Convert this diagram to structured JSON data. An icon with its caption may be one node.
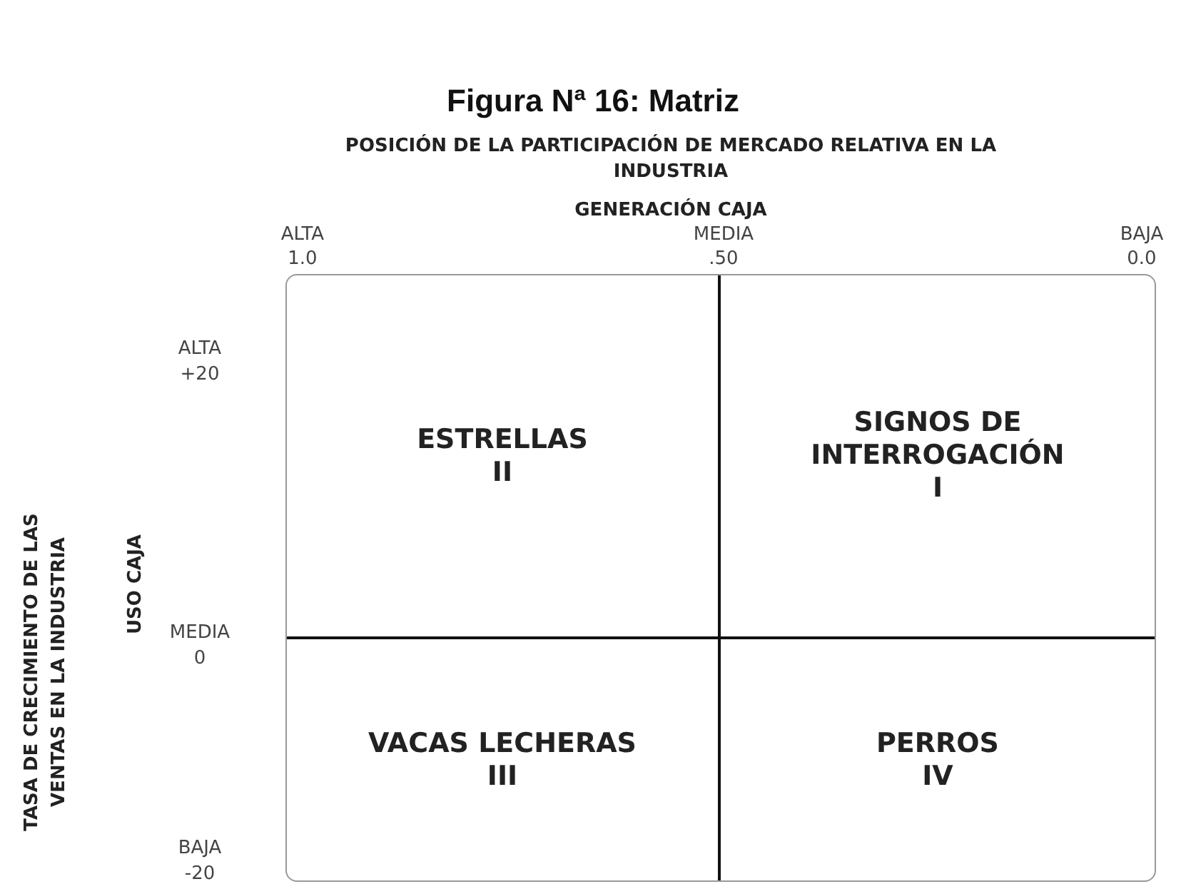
{
  "diagram": {
    "title": "Figura Nª 16: Matriz",
    "nodes": [
      {
        "text": [
          "ESTRELLAS",
          "II"
        ]
      },
      {
        "text": [
          "SIGNOS DE INTERROGACIÓN",
          "I"
        ]
      },
      {
        "text": [
          "VACAS LECHERAS",
          "III"
        ]
      },
      {
        "text": [
          "PERROS",
          "IV"
        ]
      }
    ],
    "labels": [
      "POSICIÓN DE LA PARTICIPACIÓN DE MERCADO RELATIVA EN LA INDUSTRIA",
      "GENERACIÓN CAJA",
      "ALTA 1.0",
      "MEDIA .50",
      "BAJA 0.0",
      "TASA DE CRECIMIENTO DE LAS VENTAS EN LA INDUSTRIA",
      "USO CAJA",
      "ALTA +20",
      "MEDIA 0",
      "BAJA -20"
    ]
  }
}
